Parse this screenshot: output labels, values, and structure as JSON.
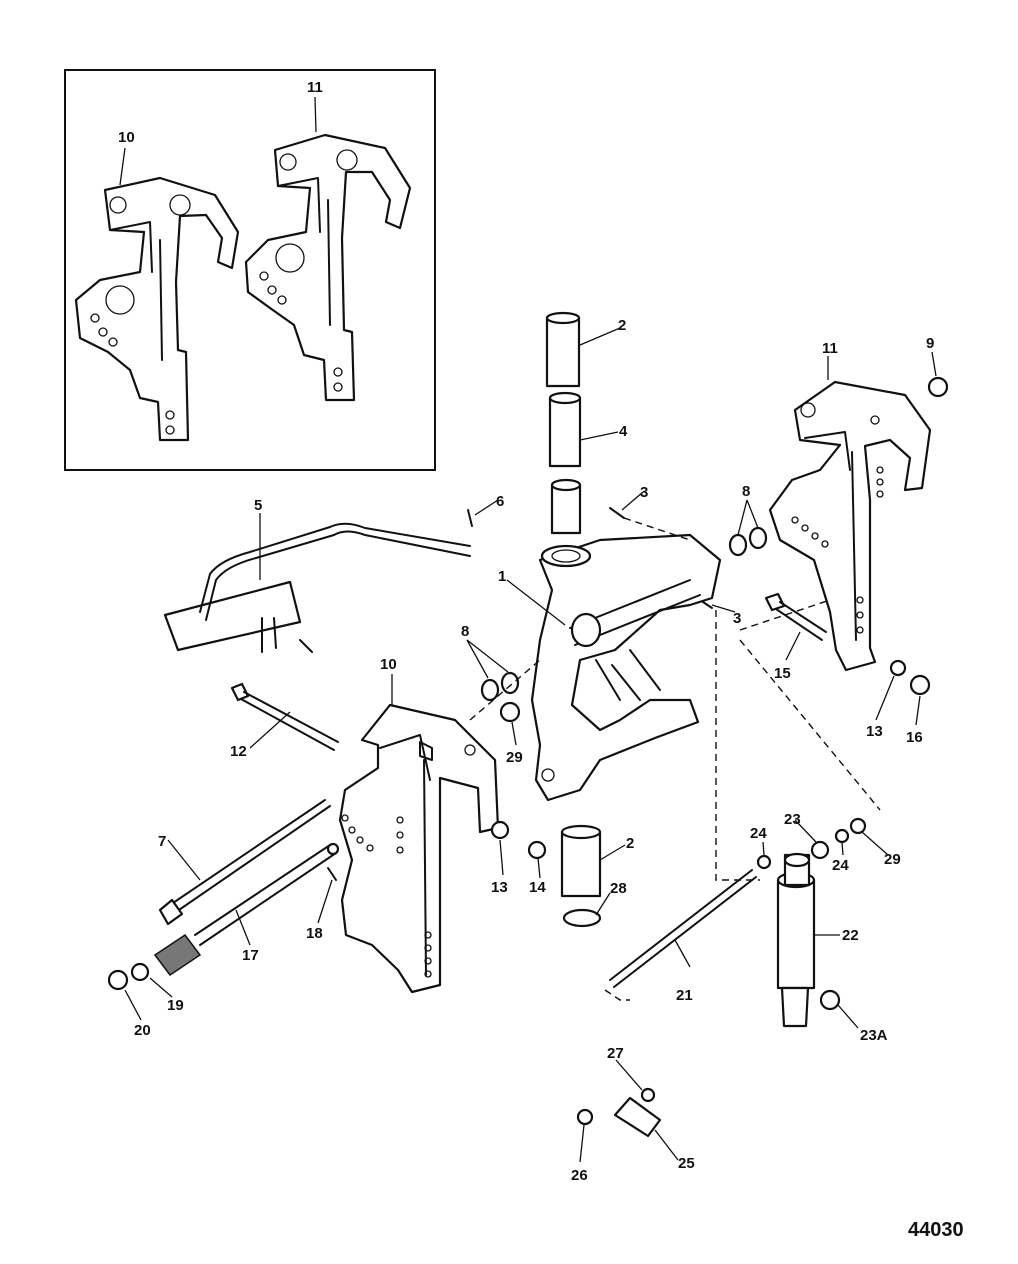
{
  "diagram": {
    "drawing_number": "44030",
    "callouts": [
      {
        "id": "inset-10",
        "text": "10"
      },
      {
        "id": "inset-11",
        "text": "11"
      },
      {
        "id": "c-2-top",
        "text": "2"
      },
      {
        "id": "c-4",
        "text": "4"
      },
      {
        "id": "c-3-top",
        "text": "3"
      },
      {
        "id": "c-6",
        "text": "6"
      },
      {
        "id": "c-5",
        "text": "5"
      },
      {
        "id": "c-1",
        "text": "1"
      },
      {
        "id": "c-8-right",
        "text": "8"
      },
      {
        "id": "c-11",
        "text": "11"
      },
      {
        "id": "c-9",
        "text": "9"
      },
      {
        "id": "c-3-mid",
        "text": "3"
      },
      {
        "id": "c-8-left",
        "text": "8"
      },
      {
        "id": "c-15",
        "text": "15"
      },
      {
        "id": "c-10",
        "text": "10"
      },
      {
        "id": "c-13-right",
        "text": "13"
      },
      {
        "id": "c-16",
        "text": "16"
      },
      {
        "id": "c-12",
        "text": "12"
      },
      {
        "id": "c-29-left",
        "text": "29"
      },
      {
        "id": "c-23",
        "text": "23"
      },
      {
        "id": "c-29-right",
        "text": "29"
      },
      {
        "id": "c-24-left",
        "text": "24"
      },
      {
        "id": "c-24-right",
        "text": "24"
      },
      {
        "id": "c-7",
        "text": "7"
      },
      {
        "id": "c-13-left",
        "text": "13"
      },
      {
        "id": "c-14",
        "text": "14"
      },
      {
        "id": "c-2-bottom",
        "text": "2"
      },
      {
        "id": "c-22",
        "text": "22"
      },
      {
        "id": "c-28",
        "text": "28"
      },
      {
        "id": "c-18",
        "text": "18"
      },
      {
        "id": "c-17",
        "text": "17"
      },
      {
        "id": "c-21",
        "text": "21"
      },
      {
        "id": "c-19",
        "text": "19"
      },
      {
        "id": "c-20",
        "text": "20"
      },
      {
        "id": "c-23a",
        "text": "23A"
      },
      {
        "id": "c-27",
        "text": "27"
      },
      {
        "id": "c-26",
        "text": "26"
      },
      {
        "id": "c-25",
        "text": "25"
      }
    ]
  }
}
